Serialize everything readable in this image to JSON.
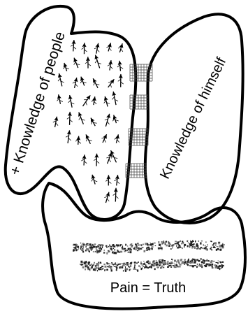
{
  "labels": {
    "people": "+ Knowledge of people",
    "himself": "Knowledge of himself",
    "pain": "Pain = Truth"
  },
  "colors": {
    "ink": "#000000",
    "paper": "#ffffff",
    "texture": "#3a3a3a"
  }
}
